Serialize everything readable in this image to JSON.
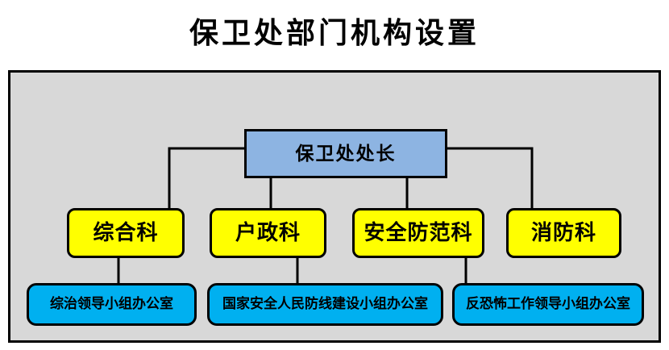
{
  "title": "保卫处部门机构设置",
  "colors": {
    "page_background": "#ffffff",
    "container_background": "#d8d8d8",
    "director_fill": "#8db4e2",
    "section_fill": "#ffff00",
    "office_fill": "#00b0f0",
    "border_and_lines": "#000000",
    "text": "#000000"
  },
  "org": {
    "director": {
      "label": "保卫处处长"
    },
    "sections": [
      {
        "label": "综合科"
      },
      {
        "label": "户政科"
      },
      {
        "label": "安全防范科"
      },
      {
        "label": "消防科"
      }
    ],
    "offices": [
      {
        "label": "综治领导小组办公室"
      },
      {
        "label": "国家安全人民防线建设小组办公室"
      },
      {
        "label": "反恐怖工作领导小组办公室"
      }
    ],
    "edges": [
      {
        "from": "保卫处处长",
        "to": "综合科"
      },
      {
        "from": "保卫处处长",
        "to": "户政科"
      },
      {
        "from": "保卫处处长",
        "to": "安全防范科"
      },
      {
        "from": "保卫处处长",
        "to": "消防科"
      },
      {
        "from": "综合科",
        "to": "综治领导小组办公室"
      },
      {
        "from": "户政科",
        "to": "国家安全人民防线建设小组办公室"
      },
      {
        "from": "安全防范科",
        "to": "反恐怖工作领导小组办公室"
      }
    ]
  }
}
